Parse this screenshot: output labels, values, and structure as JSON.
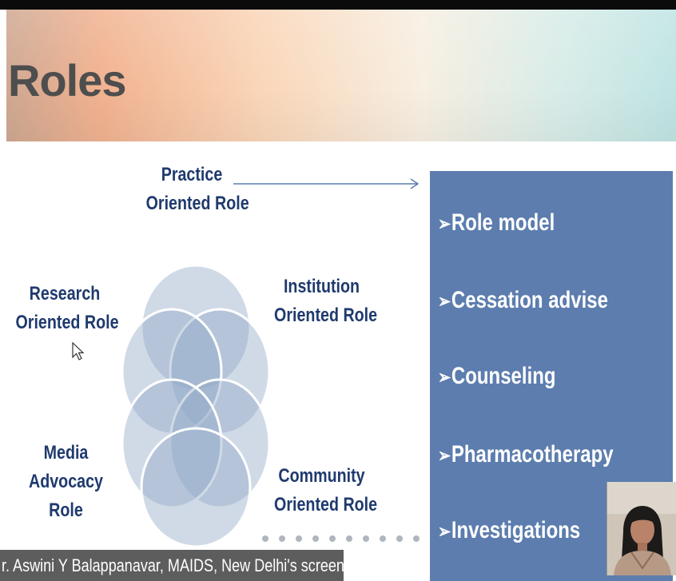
{
  "slide": {
    "title": "Roles"
  },
  "diagram": {
    "practice": [
      "Practice",
      "Oriented Role"
    ],
    "research": [
      "Research",
      "Oriented Role"
    ],
    "institution": [
      "Institution",
      "Oriented Role"
    ],
    "media": [
      "Media",
      "Advocacy",
      "Role"
    ],
    "community": [
      "Community",
      "Oriented Role"
    ]
  },
  "panel": {
    "bullet_glyph": "➢",
    "items": [
      "Role model",
      "Cessation advise",
      "Counseling",
      "Pharmacotherapy",
      "Investigations"
    ]
  },
  "screen_share": {
    "caption": "r. Aswini Y Balappanavar, MAIDS, New Delhi's screen"
  },
  "colors": {
    "label_text": "#1f3a6e",
    "panel": "#5c7dae",
    "petal": "#8fa7c6"
  }
}
